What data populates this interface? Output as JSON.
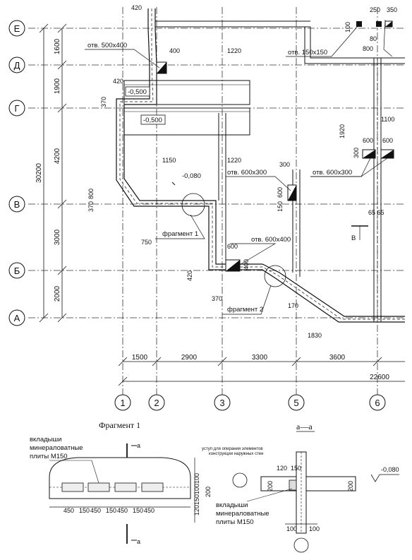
{
  "axes": {
    "rows": [
      "Е",
      "Д",
      "Г",
      "В",
      "Б",
      "А"
    ],
    "cols": [
      "1",
      "2",
      "3",
      "5",
      "6"
    ]
  },
  "dims": {
    "left_segments": [
      "1600",
      "1900",
      "4200",
      "3000",
      "2000"
    ],
    "left_total": "30200",
    "bottom_segments": [
      "1500",
      "2900",
      "3300",
      "3600"
    ],
    "bottom_total": "22600",
    "top_420": "420",
    "d400": "400",
    "d1220_top": "1220",
    "d420_wall": "420",
    "d370_wall": "370",
    "d1150": "1150",
    "d1220_bot": "1220",
    "d370_800_a": "370",
    "d370_800_b": "800",
    "d370_800_c": "370",
    "d750": "750",
    "d300_v": "300",
    "d150_600_a": "150",
    "d150_600_b": "600",
    "d600_b": "600",
    "d400_b": "400",
    "d420_b": "420",
    "d370_b": "370",
    "d170": "170",
    "d1830": "1830",
    "d1100": "1100",
    "d1920": "1920",
    "d600_r1": "600",
    "d600_r2": "600",
    "d300_r": "300",
    "d65_65": "65 65",
    "d250": "250",
    "d350": "350",
    "d100": "100",
    "d80": "80",
    "d800": "800"
  },
  "levels": [
    "-0,500",
    "-0,500",
    "-0,080"
  ],
  "openings": {
    "o500x400": "отв. 500х400",
    "o150x150": "отв. 150х150",
    "o600x300_a": "отв. 600х300",
    "o600x300_b": "отв. 600х300",
    "o600x400": "отв. 600х400"
  },
  "fragments": {
    "f1": "фрагмент 1",
    "f2": "фрагмент 2"
  },
  "section_marker": "В",
  "detail1": {
    "title": "Фрагмент 1",
    "insert_label_1": "вкладыши",
    "insert_label_2": "минераловатные",
    "insert_label_3": "плиты М150",
    "cut_mark": "а",
    "bottom_dims": [
      "450",
      "150",
      "450",
      "150",
      "450",
      "150",
      "450"
    ],
    "v_dims": "120150100100",
    "v_200": "200"
  },
  "detail2": {
    "title": "а—а",
    "note_1": "уступ для опирания элементов",
    "note_2": "конструкции наружных стен",
    "d120": "120",
    "d150": "150",
    "d200_l": "200",
    "d200_r": "200",
    "level": "-0,080",
    "insert_label_1": "вкладыши",
    "insert_label_2": "минераловатные",
    "insert_label_3": "плиты М150",
    "d100_a": "100",
    "d100_b": "100"
  }
}
